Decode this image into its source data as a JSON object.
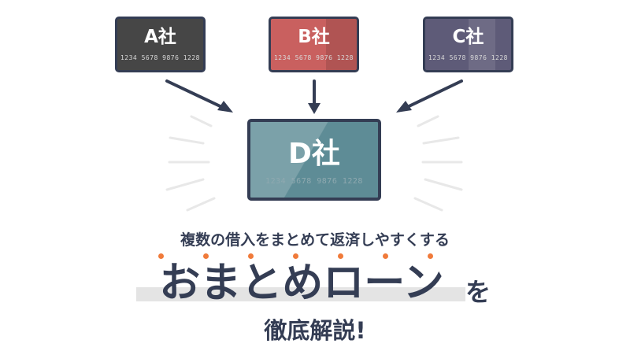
{
  "cards": {
    "a": {
      "name": "A社",
      "number": "1234 5678 9876 1228",
      "color": "#464646"
    },
    "b": {
      "name": "B社",
      "number": "1234 5678 9876 1228",
      "color": "#c9605f"
    },
    "c": {
      "name": "C社",
      "number": "1234 5678 9876 1228",
      "color": "#5e5b78"
    },
    "d": {
      "name": "D社",
      "number": "1234 5678 9876 1228",
      "color": "#5e8c96"
    }
  },
  "headline": {
    "subtitle": "複数の借入をまとめて返済しやすくする",
    "title": "おまとめローン",
    "particle": "を",
    "tail": "徹底解説!"
  },
  "colors": {
    "ink": "#343d54",
    "accent_dots": "#f07a3a",
    "highlight": "#e4e4e4",
    "rays": "#e8e8e8"
  },
  "icons": {
    "arrow": "arrow-icon",
    "emphasis_dot": "emphasis-dot-icon"
  }
}
